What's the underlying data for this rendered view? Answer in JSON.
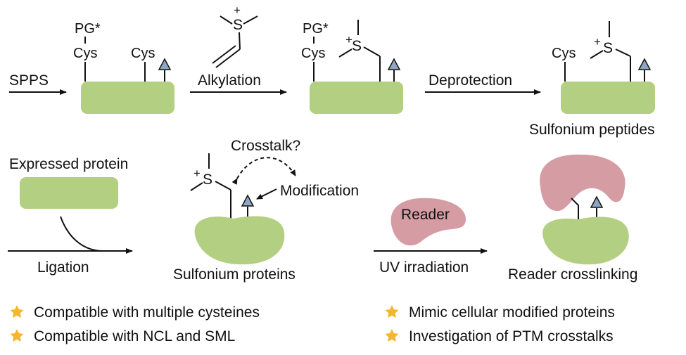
{
  "colors": {
    "protein": "#b3cf81",
    "reader": "#d59ca4",
    "triangle": "#8ea6c4",
    "star": "#f6b52f",
    "ink": "#111111"
  },
  "row1": {
    "spps": "SPPS",
    "pg": "PG*",
    "cys": "Cys",
    "alkylation": "Alkylation",
    "deprotection": "Deprotection",
    "sulfonium_peptides": "Sulfonium peptides",
    "s": "S",
    "plus": "+"
  },
  "row2": {
    "expressed_protein": "Expressed protein",
    "ligation": "Ligation",
    "crosstalk": "Crosstalk?",
    "modification": "Modification",
    "sulfonium_proteins": "Sulfonium proteins",
    "reader": "Reader",
    "uv_irradiation": "UV irradiation",
    "reader_crosslinking": "Reader crosslinking"
  },
  "features": [
    {
      "text": "Compatible with multiple cysteines",
      "icon": "star-icon"
    },
    {
      "text": "Compatible with NCL and SML",
      "icon": "star-icon"
    },
    {
      "text": "Mimic cellular modified proteins",
      "icon": "star-icon"
    },
    {
      "text": "Investigation of PTM crosstalks",
      "icon": "star-icon"
    }
  ]
}
